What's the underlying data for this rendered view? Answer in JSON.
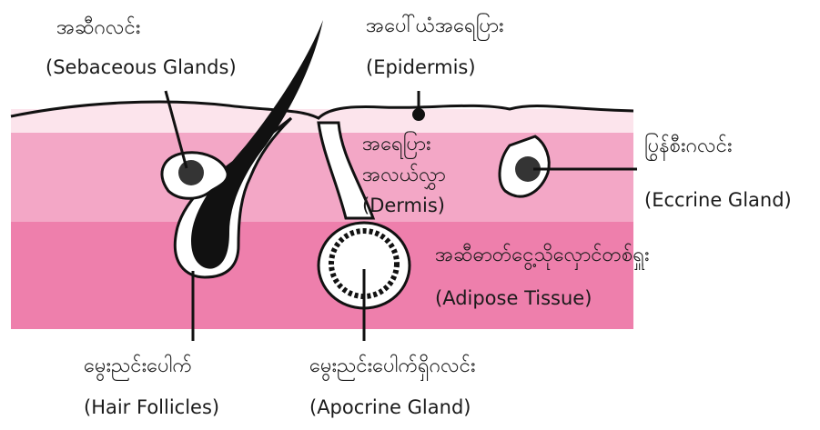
{
  "labels": {
    "sebaceous_my": "အဆီဂလင်း",
    "sebaceous_en": "(Sebaceous Glands)",
    "epidermis_my": "အပေါ်ယံအရေပြား",
    "epidermis_en": "(Epidermis)",
    "dermis_my_1": "အရေပြား",
    "dermis_my_2": "အလယ်လွှာ",
    "dermis_en": "(Dermis)",
    "eccrine_my": "ပြွန်စီးဂလင်း",
    "eccrine_en": "(Eccrine Gland)",
    "adipose_my": "အဆီဓာတ်ငွေ့သိုလှောင်တစ်ရှူး",
    "adipose_en": "(Adipose Tissue)",
    "hair_my": "မွေးညင်းပေါက်",
    "hair_en": "(Hair Follicles)",
    "apocrine_my": "မွေးညင်းပေါက်ရှိဂလင်း",
    "apocrine_en": "(Apocrine Gland)"
  },
  "colors": {
    "epidermis": "#fce4ec",
    "dermis": "#f3a7c6",
    "adipose": "#ee7fac",
    "outline": "#111111",
    "hair": "#111111",
    "gland_fill": "#ffffff"
  }
}
